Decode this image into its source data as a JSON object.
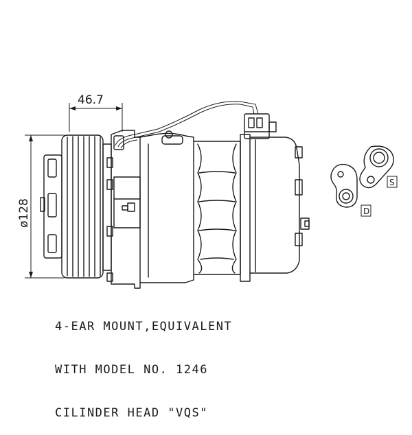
{
  "dimensions": {
    "width_label": "46.7",
    "diameter_label": "ø128"
  },
  "port_labels": {
    "suction": "S",
    "discharge": "D"
  },
  "notes": [
    "4-EAR MOUNT,EQUIVALENT",
    "WITH MODEL NO. 1246",
    "CILINDER HEAD \"VQS\""
  ],
  "colors": {
    "line": "#1a1a1a",
    "background": "#ffffff"
  }
}
